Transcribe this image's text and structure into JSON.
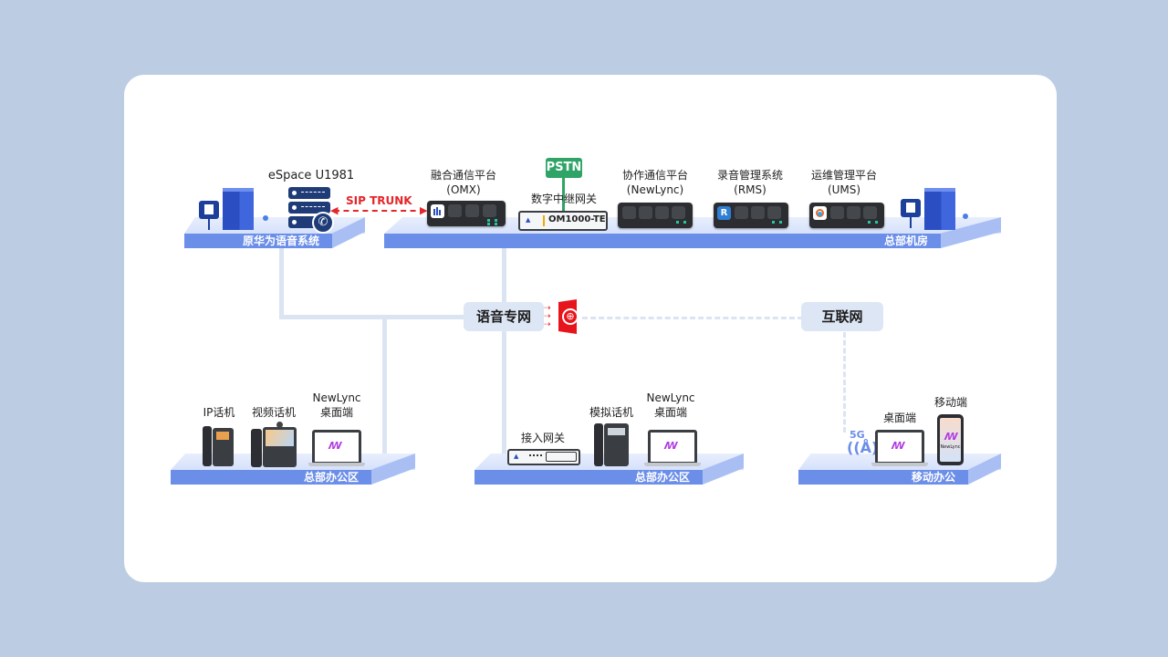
{
  "diagram": {
    "top_left_zone": {
      "label": "原华为语音系统",
      "device_title": "eSpace U1981"
    },
    "sip_trunk_label": "SIP TRUNK",
    "top_right_zone": {
      "label": "总部机房",
      "devices": [
        {
          "line1": "融合通信平台",
          "line2": "(OMX)"
        },
        {
          "line1": "数字中继网关",
          "line2": "",
          "model": "OM1000-TE"
        },
        {
          "line1": "协作通信平台",
          "line2": "(NewLync)"
        },
        {
          "line1": "录音管理系统",
          "line2": "(RMS)"
        },
        {
          "line1": "运维管理平台",
          "line2": "(UMS)"
        }
      ],
      "pstn_label": "PSTN"
    },
    "voice_network_label": "语音专网",
    "internet_label": "互联网",
    "bottom_zones": [
      {
        "label": "总部办公区",
        "devices": [
          {
            "line1": "IP话机"
          },
          {
            "line1": "视频话机"
          },
          {
            "line1": "NewLync",
            "line2": "桌面端"
          }
        ]
      },
      {
        "label": "总部办公区",
        "devices": [
          {
            "line1": "接入网关"
          },
          {
            "line1": "模拟话机"
          },
          {
            "line1": "NewLync",
            "line2": "桌面端"
          }
        ]
      },
      {
        "label": "移动办公",
        "devices": [
          {
            "line1": "5G"
          },
          {
            "line1": "桌面端"
          },
          {
            "line1": "移动端"
          }
        ],
        "phone_app_label": "NewLync"
      }
    ],
    "colors": {
      "platform_front": "#6b8ee8",
      "line": "#dbe4f3",
      "sip": "#e5262a",
      "pstn": "#2fa466",
      "firewall": "#e8141c",
      "building": "#2e4fc0"
    }
  }
}
